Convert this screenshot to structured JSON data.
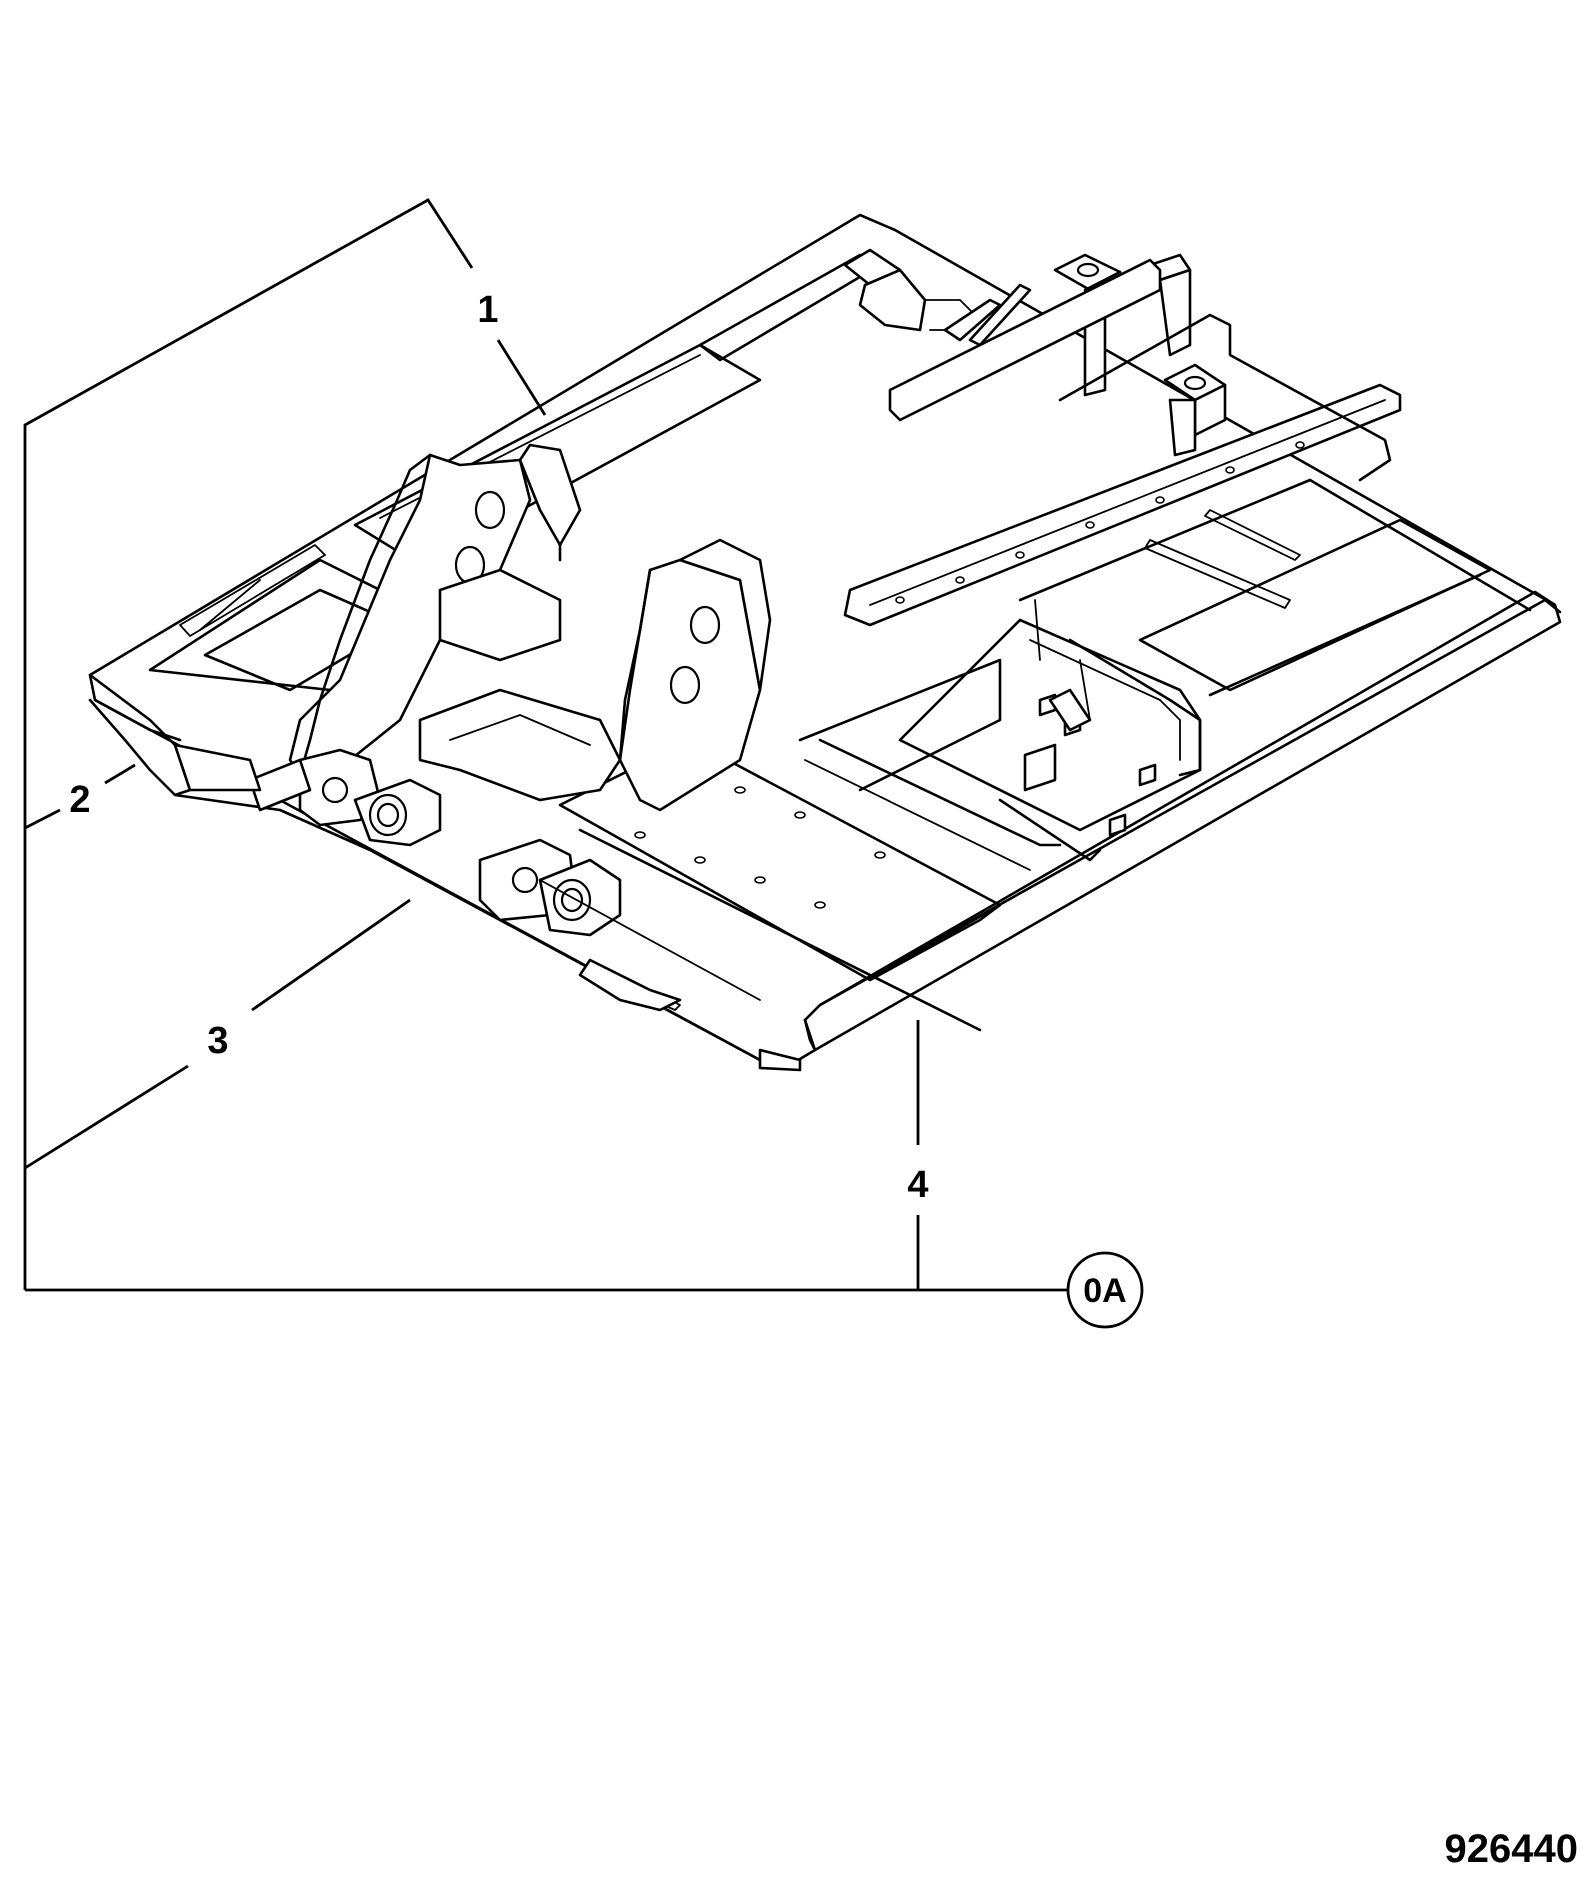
{
  "callouts": [
    {
      "id": "1",
      "label": "1"
    },
    {
      "id": "2",
      "label": "2"
    },
    {
      "id": "3",
      "label": "3"
    },
    {
      "id": "4",
      "label": "4"
    }
  ],
  "reference_bubble": {
    "label": "0A"
  },
  "figure_number": "926440"
}
